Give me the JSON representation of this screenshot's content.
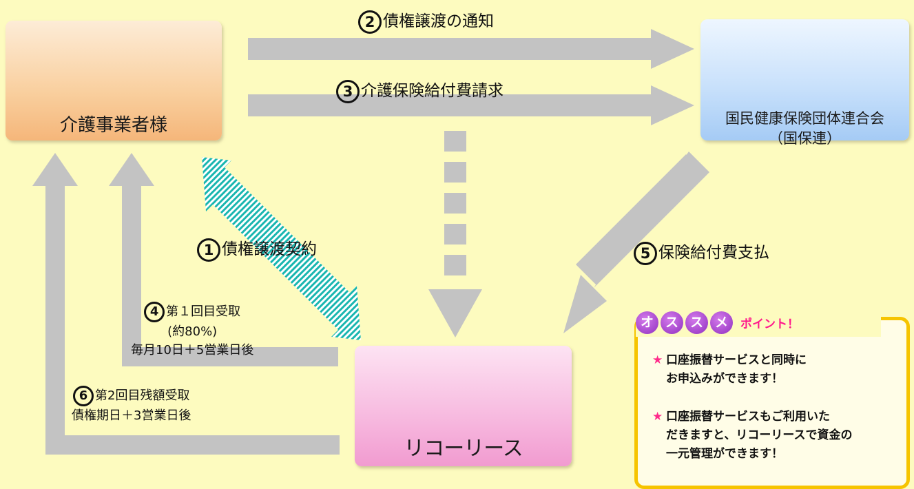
{
  "nodes": {
    "provider": "介護事業者様",
    "kokuho_line1": "国民健康保険団体連合会",
    "kokuho_line2": "（国保連）",
    "ricoh": "リコーリース"
  },
  "flows": {
    "f1": {
      "num": "1",
      "text": "債権譲渡契約"
    },
    "f2": {
      "num": "2",
      "text": "債権譲渡の通知"
    },
    "f3": {
      "num": "3",
      "text": "介護保険給付費請求"
    },
    "f4": {
      "num": "4",
      "text": "第１回目受取",
      "line2": "(約80%)",
      "line3": "毎月10日＋5営業日後"
    },
    "f5": {
      "num": "5",
      "text": "保険給付費支払"
    },
    "f6": {
      "num": "6",
      "text": "第2回目残額受取",
      "line2": "債権期日＋3営業日後"
    }
  },
  "point": {
    "chars": [
      "オ",
      "ス",
      "ス",
      "メ"
    ],
    "title": "ポイント！",
    "star": "★",
    "item1": "口座振替サービスと同時に\nお申込みができます！",
    "item2": "口座振替サービスもご利用いた\nだきますと、リコーリースで資金の\n一元管理ができます！"
  },
  "colors": {
    "arrow": "#c3c3c3",
    "accent_pink": "#ff1a8c",
    "point_border": "#f6c400",
    "circle_purple": "#a640d6"
  }
}
